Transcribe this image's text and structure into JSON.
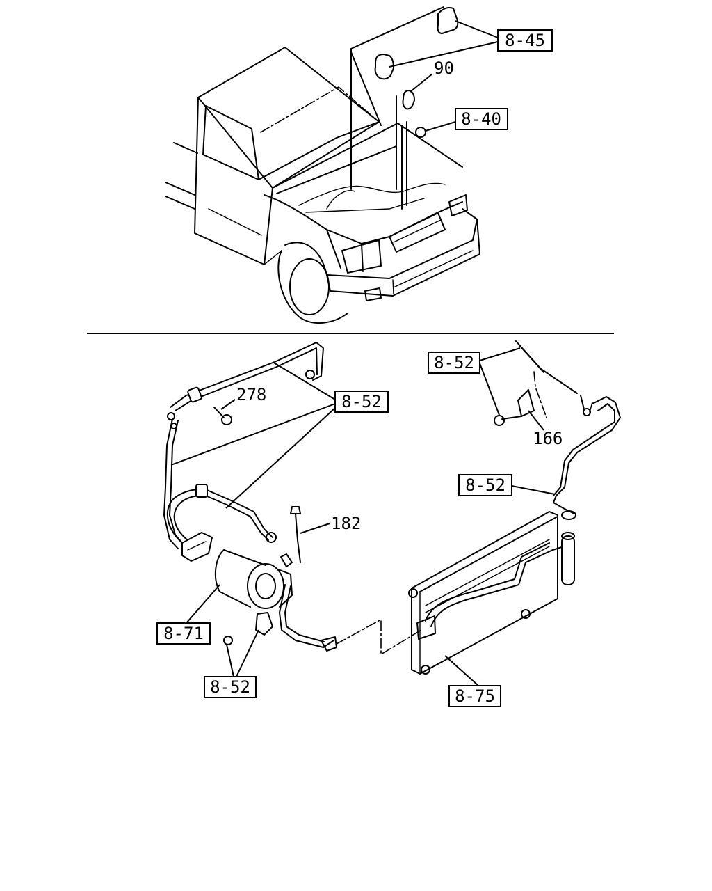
{
  "callouts": {
    "ref_8_45": "8-45",
    "ref_90": "90",
    "ref_8_40": "8-40",
    "ref_8_52_upper_left": "8-52",
    "ref_278": "278",
    "ref_182": "182",
    "ref_8_71": "8-71",
    "ref_8_52_bottom": "8-52",
    "ref_8_52_upper_right": "8-52",
    "ref_166": "166",
    "ref_8_52_mid_right": "8-52",
    "ref_8_75": "8-75"
  }
}
